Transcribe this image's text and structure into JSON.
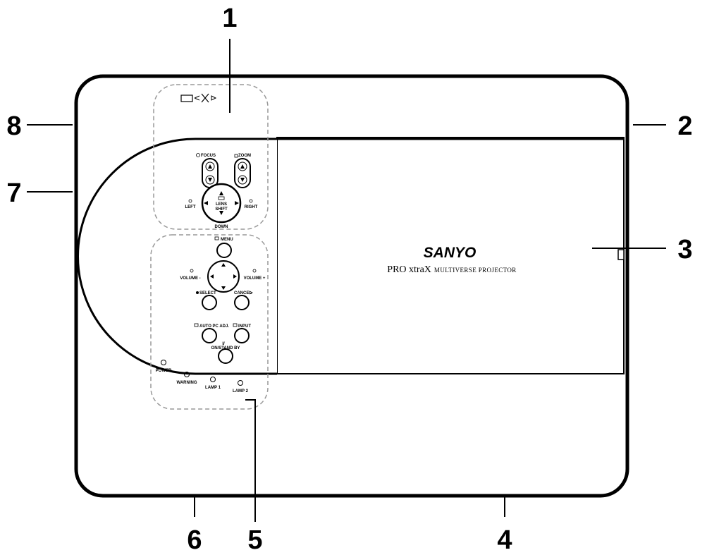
{
  "callouts": [
    "1",
    "2",
    "3",
    "4",
    "5",
    "6",
    "7",
    "8"
  ],
  "brand": "SANYO",
  "model_prefix": "PRO xtraX",
  "model_suffix": "MULTIVERSE PROJECTOR",
  "lens_panel": {
    "focus": "FOCUS",
    "zoom": "ZOOM",
    "up": "UP",
    "down": "DOWN",
    "left": "LEFT",
    "right": "RIGHT",
    "lens": "LENS",
    "shift": "SHIFT"
  },
  "control_panel": {
    "menu": "MENU",
    "volume_minus": "VOLUME -",
    "volume_plus": "VOLUME +",
    "select": "SELECT",
    "cancel": "CANCEL",
    "auto_pc_adj": "AUTO PC ADJ.",
    "input": "INPUT",
    "on_stand_by_top": "I/",
    "on_stand_by": "ON/STAND BY"
  },
  "indicators": {
    "power": "POWER",
    "warning": "WARNING",
    "lamp1": "LAMP 1",
    "lamp2": "LAMP 2"
  }
}
